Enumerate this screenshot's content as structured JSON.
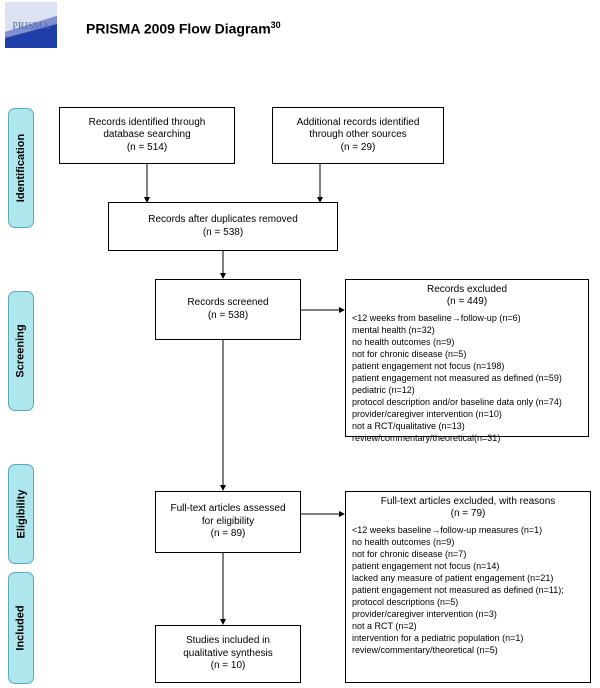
{
  "header": {
    "logo_text": "PRISMA",
    "title": "PRISMA 2009 Flow Diagram",
    "title_sup": "30"
  },
  "phases": {
    "identification": "Identification",
    "screening": "Screening",
    "eligibility": "Eligibility",
    "included": "Included"
  },
  "boxes": {
    "db_search": [
      "Records identified through",
      "database searching",
      "(n = 514)"
    ],
    "other_sources": [
      "Additional records identified",
      "through other sources",
      "(n = 29)"
    ],
    "after_duplicates": [
      "Records after duplicates removed",
      "(n = 538)"
    ],
    "screened": [
      "Records screened",
      "(n = 538)"
    ],
    "fulltext": [
      "Full-text articles assessed",
      "for eligibility",
      "(n = 89)"
    ],
    "included": [
      "Studies included in",
      "qualitative synthesis",
      "(n = 10)"
    ]
  },
  "records_excluded": {
    "title": "Records excluded",
    "count": "(n = 449)",
    "items": [
      "<12 weeks from baseline→follow-up (n=6)",
      "mental health (n=32)",
      "no health outcomes (n=9)",
      "not for chronic disease (n=5)",
      "patient engagement not focus (n=198)",
      "patient engagement not measured as defined (n=59)",
      "pediatric (n=12)",
      "protocol description and/or baseline data only (n=74)",
      "provider/caregiver intervention (n=10)",
      "not a RCT/qualitative (n=13)",
      "review/commentary/theoretical(n=31)"
    ]
  },
  "fulltext_excluded": {
    "title": "Full-text articles excluded, with reasons",
    "count": "(n = 79)",
    "items": [
      "<12 weeks baseline→follow-up measures (n=1)",
      "no health outcomes (n=9)",
      "not for chronic disease (n=7)",
      "patient engagement not focus (n=14)",
      "lacked any measure of patient engagement (n=21)",
      "patient engagement not measured as defined (n=11);",
      "protocol descriptions (n=5)",
      "provider/caregiver intervention (n=3)",
      "not a RCT (n=2)",
      "intervention for a pediatric population (n=1)",
      "review/commentary/theoretical (n=5)"
    ]
  },
  "colors": {
    "phase_fill": "#aee6ee",
    "phase_border": "#5aa9b8",
    "logo_blue": "#1f3fa8"
  }
}
